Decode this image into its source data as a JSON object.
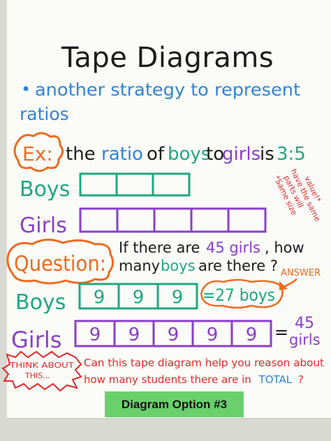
{
  "title": "Tape Diagrams",
  "bullet": {
    "symbol": "•",
    "line1": "another strategy to represent",
    "line2": "ratios"
  },
  "example": {
    "label": "Ex:",
    "words": [
      "the",
      "ratio",
      "of",
      "boys",
      "to",
      "girls",
      "is",
      "3:5"
    ]
  },
  "side_note": [
    "*Same size",
    "parts will",
    "have the same",
    "value!*"
  ],
  "diagram1": {
    "boys_label": "Boys",
    "girls_label": "Girls",
    "boys_parts": 3,
    "girls_parts": 5
  },
  "question": {
    "label": "Question:",
    "line1_words": [
      "If there are",
      "45 girls",
      ", how"
    ],
    "line2_words": [
      "many",
      "boys",
      "are there ?"
    ]
  },
  "answer_label": "ANSWER",
  "diagram2": {
    "boys_label": "Boys",
    "girls_label": "Girls",
    "boys_values": [
      "9",
      "9",
      "9"
    ],
    "girls_values": [
      "9",
      "9",
      "9",
      "9",
      "9"
    ],
    "boys_answer": "=27 boys",
    "girls_equals": "=",
    "girls_total_line1": "45",
    "girls_total_line2": "girls"
  },
  "think": {
    "burst_line1": "THINK ABOUT",
    "burst_line2": "THIS...",
    "line1": "Can this tape diagram help you reason about",
    "line2_prefix": "how many students there are in",
    "line2_emph": "TOTAL",
    "line2_suffix": "?"
  },
  "caption": "Diagram Option #3",
  "colors": {
    "background": "#d9d9d3",
    "paper": "#fbfbf8",
    "black": "#1c1c1c",
    "blue": "#2f84d8",
    "orange": "#f06a1e",
    "teal": "#1fa87e",
    "purple": "#8a3fc9",
    "red": "#e02929",
    "green_label": "#69d06c"
  }
}
